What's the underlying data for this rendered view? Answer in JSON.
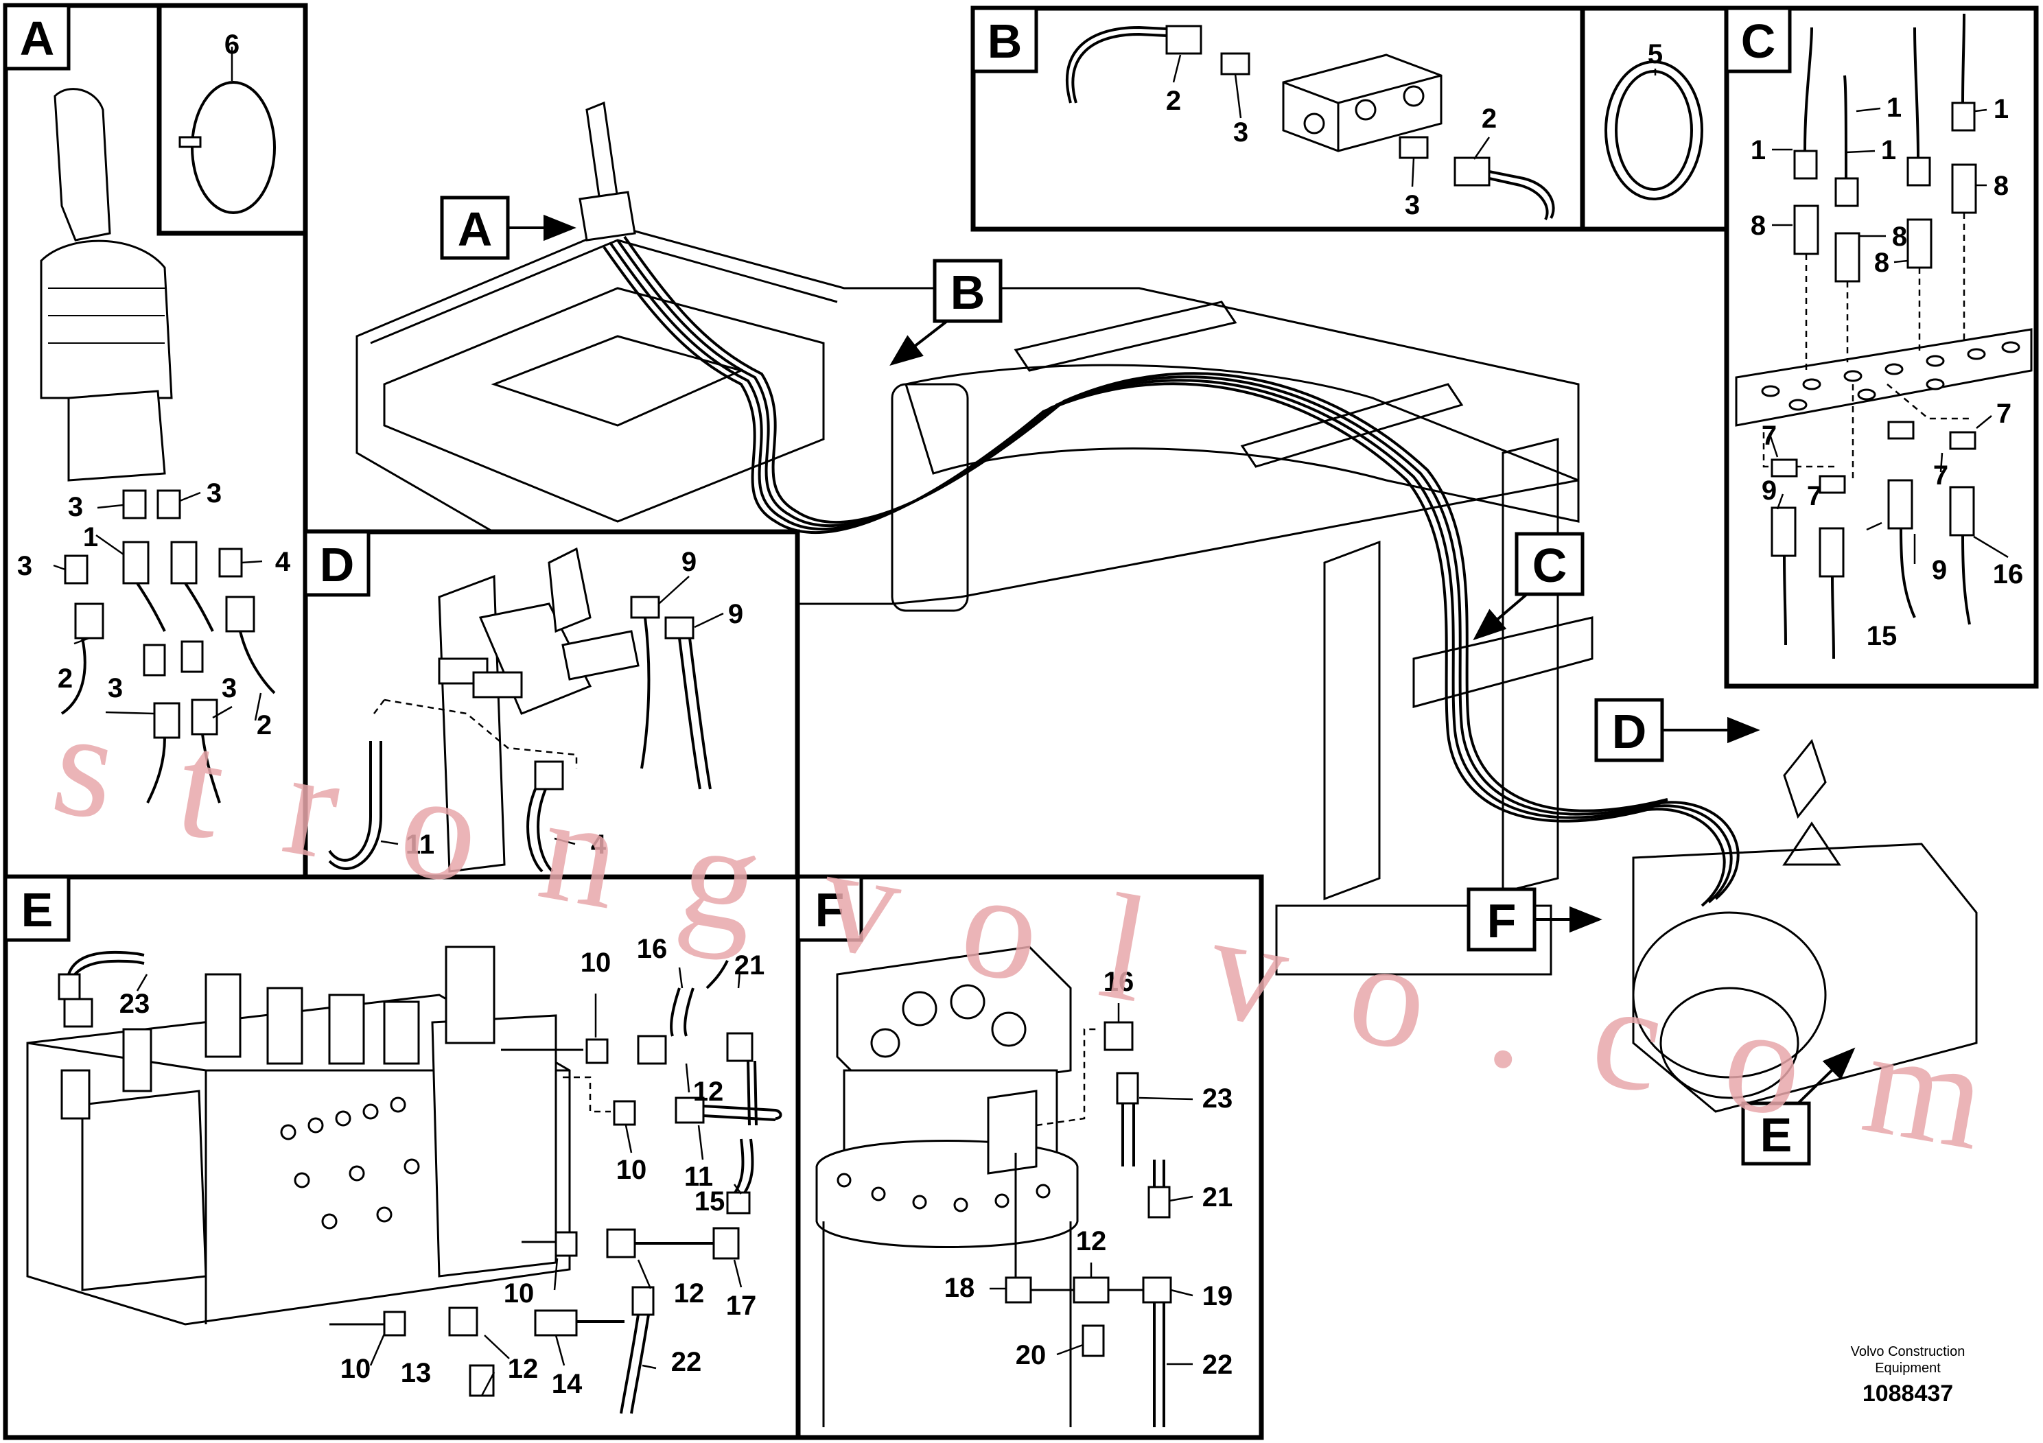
{
  "panels": {
    "A": "A",
    "B": "B",
    "C": "C",
    "D": "D",
    "E": "E",
    "F": "F"
  },
  "callouts": {
    "A": "A",
    "B": "B",
    "C": "C",
    "D": "D",
    "E": "E",
    "F": "F"
  },
  "parts": {
    "A": [
      {
        "id": "a6",
        "text": "6"
      },
      {
        "id": "a3a",
        "text": "3"
      },
      {
        "id": "a3b",
        "text": "3"
      },
      {
        "id": "a1",
        "text": "1"
      },
      {
        "id": "a3c",
        "text": "3"
      },
      {
        "id": "a4",
        "text": "4"
      },
      {
        "id": "a2a",
        "text": "2"
      },
      {
        "id": "a3d",
        "text": "3"
      },
      {
        "id": "a3e",
        "text": "3"
      },
      {
        "id": "a2b",
        "text": "2"
      }
    ],
    "B": [
      {
        "id": "b2a",
        "text": "2"
      },
      {
        "id": "b3a",
        "text": "3"
      },
      {
        "id": "b2b",
        "text": "2"
      },
      {
        "id": "b3b",
        "text": "3"
      },
      {
        "id": "b5",
        "text": "5"
      }
    ],
    "C": [
      {
        "id": "c1a",
        "text": "1"
      },
      {
        "id": "c1b",
        "text": "1"
      },
      {
        "id": "c1c",
        "text": "1"
      },
      {
        "id": "c1d",
        "text": "1"
      },
      {
        "id": "c8a",
        "text": "8"
      },
      {
        "id": "c8b",
        "text": "8"
      },
      {
        "id": "c8c",
        "text": "8"
      },
      {
        "id": "c8d",
        "text": "8"
      },
      {
        "id": "c7a",
        "text": "7"
      },
      {
        "id": "c7b",
        "text": "7"
      },
      {
        "id": "c7c",
        "text": "7"
      },
      {
        "id": "c7d",
        "text": "7"
      },
      {
        "id": "c9a",
        "text": "9"
      },
      {
        "id": "c9b",
        "text": "9"
      },
      {
        "id": "c15",
        "text": "15"
      },
      {
        "id": "c16",
        "text": "16"
      }
    ],
    "D": [
      {
        "id": "d9a",
        "text": "9"
      },
      {
        "id": "d9b",
        "text": "9"
      },
      {
        "id": "d11",
        "text": "11"
      },
      {
        "id": "d4",
        "text": "4"
      }
    ],
    "E": [
      {
        "id": "e23",
        "text": "23"
      },
      {
        "id": "e10a",
        "text": "10"
      },
      {
        "id": "e16",
        "text": "16"
      },
      {
        "id": "e21",
        "text": "21"
      },
      {
        "id": "e12a",
        "text": "12"
      },
      {
        "id": "e10b",
        "text": "10"
      },
      {
        "id": "e11",
        "text": "11"
      },
      {
        "id": "e15",
        "text": "15"
      },
      {
        "id": "e10c",
        "text": "10"
      },
      {
        "id": "e12b",
        "text": "12"
      },
      {
        "id": "e17",
        "text": "17"
      },
      {
        "id": "e10d",
        "text": "10"
      },
      {
        "id": "e13",
        "text": "13"
      },
      {
        "id": "e12c",
        "text": "12"
      },
      {
        "id": "e14",
        "text": "14"
      },
      {
        "id": "e22",
        "text": "22"
      }
    ],
    "F": [
      {
        "id": "f16",
        "text": "16"
      },
      {
        "id": "f23",
        "text": "23"
      },
      {
        "id": "f21",
        "text": "21"
      },
      {
        "id": "f12",
        "text": "12"
      },
      {
        "id": "f18",
        "text": "18"
      },
      {
        "id": "f19",
        "text": "19"
      },
      {
        "id": "f20",
        "text": "20"
      },
      {
        "id": "f22",
        "text": "22"
      }
    ]
  },
  "footer": {
    "brand_line1": "Volvo Construction",
    "brand_line2": "Equipment",
    "drawing_number": "1088437"
  },
  "watermark": "strongvolvo.com"
}
